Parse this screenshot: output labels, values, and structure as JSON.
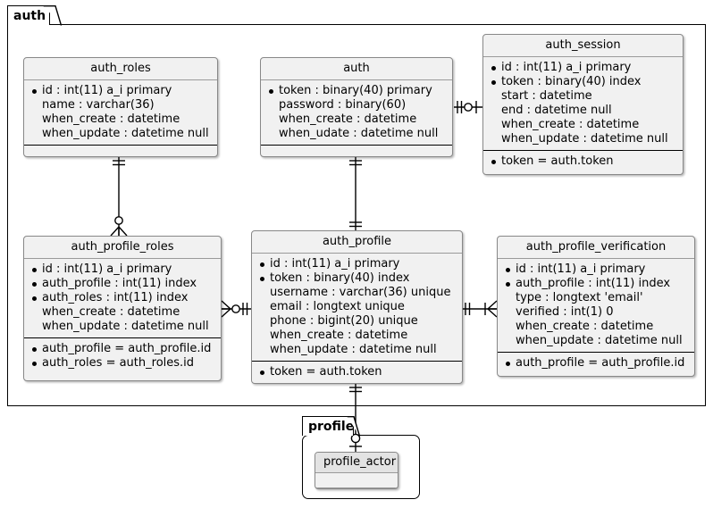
{
  "diagram": {
    "type": "entity-relationship-diagram",
    "notation": "crows-foot"
  },
  "packages": [
    {
      "id": "auth",
      "label": "auth"
    },
    {
      "id": "profile",
      "label": "profile"
    }
  ],
  "entities": {
    "auth_roles": {
      "title": "auth_roles",
      "attributes": [
        {
          "text": "id : int(11) a_i primary",
          "key": true
        },
        {
          "text": "name : varchar(36)",
          "key": false
        },
        {
          "text": "when_create : datetime",
          "key": false
        },
        {
          "text": "when_update : datetime null",
          "key": false
        }
      ],
      "relations": []
    },
    "auth": {
      "title": "auth",
      "attributes": [
        {
          "text": "token : binary(40) primary",
          "key": true
        },
        {
          "text": "password : binary(60)",
          "key": false
        },
        {
          "text": "when_create : datetime",
          "key": false
        },
        {
          "text": "when_udate : datetime null",
          "key": false
        }
      ],
      "relations": []
    },
    "auth_session": {
      "title": "auth_session",
      "attributes": [
        {
          "text": "id : int(11) a_i primary",
          "key": true
        },
        {
          "text": "token : binary(40) index",
          "key": true
        },
        {
          "text": "start : datetime",
          "key": false
        },
        {
          "text": "end : datetime null",
          "key": false
        },
        {
          "text": "when_create : datetime",
          "key": false
        },
        {
          "text": "when_update : datetime null",
          "key": false
        }
      ],
      "relations": [
        {
          "text": "token = auth.token",
          "key": true
        }
      ]
    },
    "auth_profile_roles": {
      "title": "auth_profile_roles",
      "attributes": [
        {
          "text": "id : int(11) a_i primary",
          "key": true
        },
        {
          "text": "auth_profile : int(11) index",
          "key": true
        },
        {
          "text": "auth_roles : int(11) index",
          "key": true
        },
        {
          "text": "when_create : datetime",
          "key": false
        },
        {
          "text": "when_update : datetime null",
          "key": false
        }
      ],
      "relations": [
        {
          "text": "auth_profile = auth_profile.id",
          "key": true
        },
        {
          "text": "auth_roles = auth_roles.id",
          "key": true
        }
      ]
    },
    "auth_profile": {
      "title": "auth_profile",
      "attributes": [
        {
          "text": "id : int(11) a_i primary",
          "key": true
        },
        {
          "text": "token : binary(40) index",
          "key": true
        },
        {
          "text": "username : varchar(36) unique",
          "key": false
        },
        {
          "text": "email : longtext unique",
          "key": false
        },
        {
          "text": "phone : bigint(20) unique",
          "key": false
        },
        {
          "text": "when_create : datetime",
          "key": false
        },
        {
          "text": "when_update : datetime null",
          "key": false
        }
      ],
      "relations": [
        {
          "text": "token = auth.token",
          "key": true
        }
      ]
    },
    "auth_profile_verification": {
      "title": "auth_profile_verification",
      "attributes": [
        {
          "text": "id : int(11) a_i primary",
          "key": true
        },
        {
          "text": "auth_profile : int(11) index",
          "key": true
        },
        {
          "text": "type : longtext 'email'",
          "key": false
        },
        {
          "text": "verified : int(1) 0",
          "key": false
        },
        {
          "text": "when_create : datetime",
          "key": false
        },
        {
          "text": "when_update : datetime null",
          "key": false
        }
      ],
      "relations": [
        {
          "text": "auth_profile = auth_profile.id",
          "key": true
        }
      ]
    },
    "profile_actor": {
      "title": "profile_actor",
      "attributes": [],
      "relations": []
    }
  },
  "relationships": [
    {
      "from": "auth",
      "to": "auth_session",
      "from_card": "one",
      "to_card": "zero-or-one"
    },
    {
      "from": "auth_roles",
      "to": "auth_profile_roles",
      "from_card": "one",
      "to_card": "zero-or-many"
    },
    {
      "from": "auth",
      "to": "auth_profile",
      "from_card": "one",
      "to_card": "one"
    },
    {
      "from": "auth_profile_roles",
      "to": "auth_profile",
      "from_card": "zero-or-many",
      "to_card": "one"
    },
    {
      "from": "auth_profile",
      "to": "auth_profile_verification",
      "from_card": "one",
      "to_card": "one-or-many"
    },
    {
      "from": "auth_profile",
      "to": "profile_actor",
      "from_card": "one",
      "to_card": "zero-or-one"
    }
  ],
  "colors": {
    "entity_fill": "#f1f1f1",
    "entity_border": "#888888",
    "package_border": "#000000",
    "canvas": "#ffffff",
    "actor_header_fill": "#e3e3e3"
  }
}
